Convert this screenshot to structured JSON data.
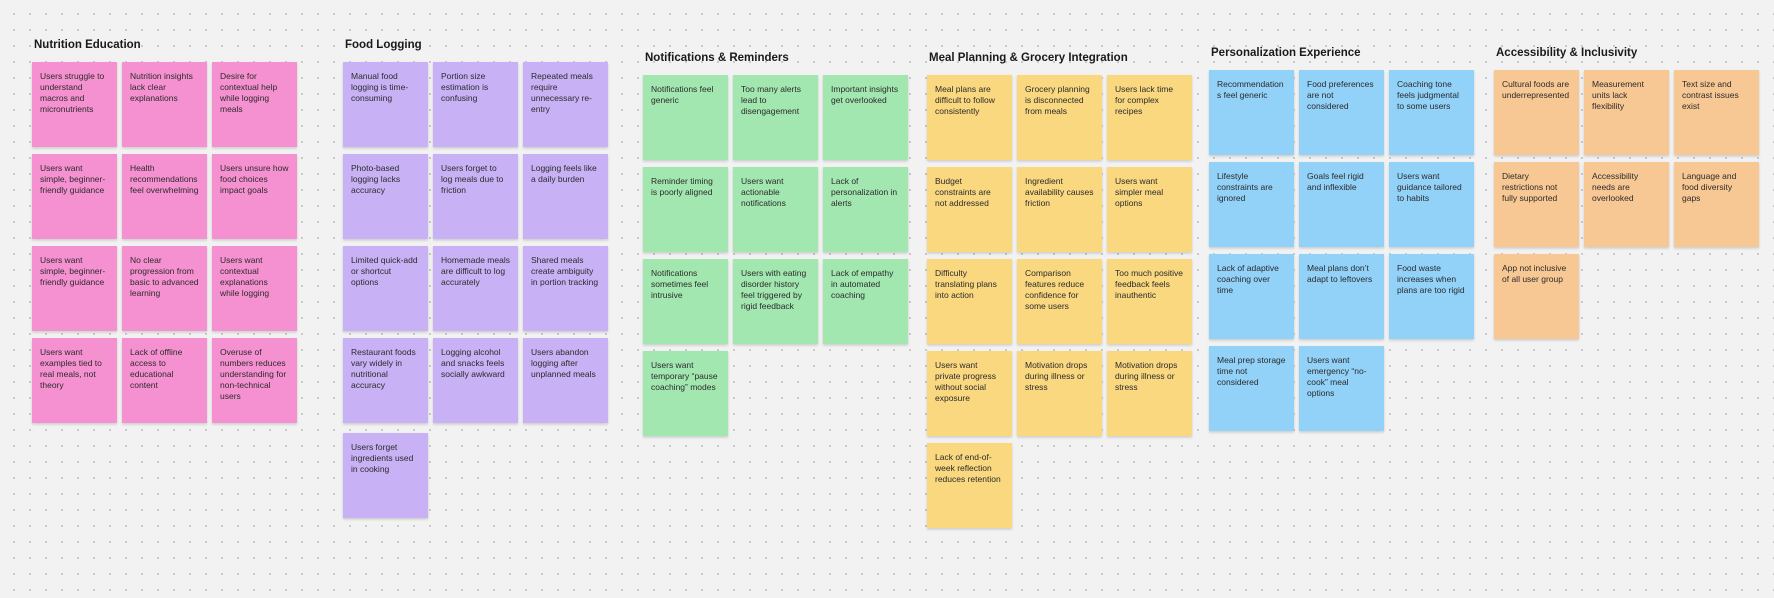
{
  "board": {
    "background_color": "#f2f2f2",
    "dot_color": "#c9c9c9",
    "text_color": "#2b2b2b",
    "groups": [
      {
        "title": "Nutrition Education",
        "sticky_color": "#F691D1",
        "extra_gap_last_row": false,
        "rows": [
          [
            "Users struggle to understand macros and micronutrients",
            "Nutrition insights lack clear explanations",
            "Desire for contextual help while logging meals"
          ],
          [
            "Users want simple, beginner-friendly guidance",
            "Health recommendations feel overwhelming",
            "Users unsure how food choices impact goals"
          ],
          [
            "Users want simple, beginner-friendly guidance",
            "No clear progression from basic to advanced learning",
            "Users want contextual explanations while logging"
          ],
          [
            "Users want examples tied to real meals, not theory",
            "Lack of offline access to educational content",
            "Overuse of numbers reduces understanding for non-technical users"
          ]
        ]
      },
      {
        "title": "Food Logging",
        "sticky_color": "#C9B1F5",
        "extra_gap_last_row": true,
        "rows": [
          [
            "Manual food logging is time-consuming",
            "Portion size estimation is confusing",
            "Repeated meals require unnecessary re-entry"
          ],
          [
            "Photo-based logging lacks accuracy",
            "Users forget to log meals due to friction",
            "Logging feels like a daily burden"
          ],
          [
            "Limited quick-add or shortcut options",
            "Homemade meals are difficult to log accurately",
            "Shared meals create ambiguity in portion tracking"
          ],
          [
            "Restaurant foods vary widely in nutritional accuracy",
            "Logging alcohol and snacks feels socially awkward",
            "Users abandon logging after unplanned meals"
          ],
          [
            "Users forget ingredients used in cooking"
          ]
        ]
      },
      {
        "title": "Notifications & Reminders",
        "sticky_color": "#A3E7B0",
        "extra_gap_last_row": false,
        "rows": [
          [
            "Notifications feel generic",
            "Too many alerts lead to disengagement",
            "Important insights get overlooked"
          ],
          [
            "Reminder timing is poorly aligned",
            "Users want actionable notifications",
            "Lack of personalization in alerts"
          ],
          [
            "Notifications sometimes feel intrusive",
            "Users with eating disorder history feel triggered by rigid feedback",
            "Lack of empathy in automated coaching"
          ],
          [
            "Users want temporary “pause coaching” modes"
          ]
        ]
      },
      {
        "title": "Meal Planning & Grocery Integration",
        "sticky_color": "#FAD880",
        "extra_gap_last_row": false,
        "rows": [
          [
            "Meal plans are difficult to follow consistently",
            "Grocery planning is disconnected from meals",
            "Users lack time for complex recipes"
          ],
          [
            "Budget constraints are not addressed",
            "Ingredient availability causes friction",
            "Users want simpler meal options"
          ],
          [
            "Difficulty translating plans into action",
            "Comparison features reduce confidence for some users",
            "Too much positive feedback feels inauthentic"
          ],
          [
            "Users want private progress without social exposure",
            "Motivation drops during illness or stress",
            "Motivation drops during illness or stress"
          ],
          [
            "Lack of end-of-week reflection reduces retention"
          ]
        ]
      },
      {
        "title": "Personalization Experience",
        "sticky_color": "#92D1F8",
        "extra_gap_last_row": false,
        "rows": [
          [
            "Recommendations feel generic",
            "Food preferences are not considered",
            "Coaching tone feels judgmental to some users"
          ],
          [
            "Lifestyle constraints are ignored",
            "Goals feel rigid and inflexible",
            "Users want guidance tailored to habits"
          ],
          [
            "Lack of adaptive coaching over time",
            "Meal plans don’t adapt to leftovers",
            "Food waste increases when plans are too rigid"
          ],
          [
            "Meal prep storage time not considered",
            "Users want emergency “no-cook” meal options"
          ]
        ]
      },
      {
        "title": "Accessibility & Inclusivity",
        "sticky_color": "#F8C894",
        "extra_gap_last_row": false,
        "rows": [
          [
            "Cultural foods are underrepresented",
            "Measurement units lack flexibility",
            "Text size and contrast issues exist"
          ],
          [
            "Dietary restrictions not fully supported",
            "Accessibility needs are overlooked",
            "Language and food diversity gaps"
          ],
          [
            "App not inclusive of all user group"
          ]
        ]
      }
    ]
  }
}
